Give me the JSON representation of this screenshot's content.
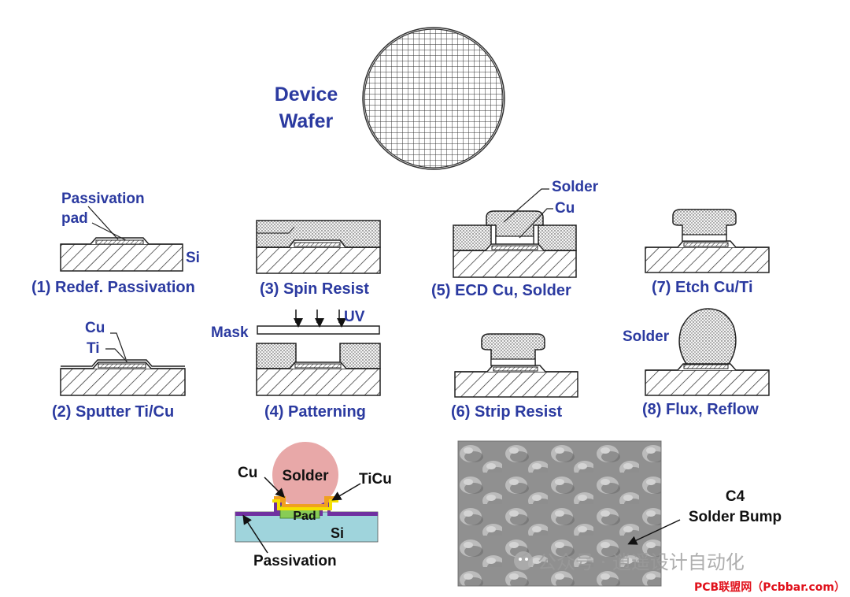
{
  "title": {
    "line1": "Device",
    "line2": "Wafer"
  },
  "steps": [
    {
      "caption": "(1) Redef.  Passivation",
      "labels": [
        "Passivation",
        "pad",
        "Si"
      ]
    },
    {
      "caption": "(2) Sputter Ti/Cu",
      "labels": [
        "Cu",
        "Ti"
      ]
    },
    {
      "caption": "(3) Spin Resist",
      "labels": []
    },
    {
      "caption": "(4) Patterning",
      "labels": [
        "Mask",
        "UV"
      ]
    },
    {
      "caption": "(5) ECD Cu, Solder",
      "labels": [
        "Solder",
        "Cu"
      ]
    },
    {
      "caption": "(6) Strip Resist",
      "labels": []
    },
    {
      "caption": "(7) Etch Cu/Ti",
      "labels": []
    },
    {
      "caption": "(8) Flux, Reflow",
      "labels": [
        "Solder"
      ]
    }
  ],
  "cross_section": {
    "solder": "Solder",
    "cu": "Cu",
    "ticu": "TiCu",
    "pad": "Pad",
    "si": "Si",
    "passivation": "Passivation",
    "colors": {
      "solder": "#e8a8a8",
      "cu": "#f0a020",
      "ticu": "#f5e000",
      "pad": "#88cc55",
      "si": "#9fd4dc",
      "passivation": "#7030a0"
    }
  },
  "sem": {
    "label_line1": "C4",
    "label_line2": "Solder Bump"
  },
  "watermark": {
    "text": "公众号 · 逍遥设计自动化",
    "credit": "PCB联盟网（Pcbbar.com）"
  },
  "colors": {
    "label_blue": "#2b3aa0",
    "credit_red": "#e0101a"
  }
}
